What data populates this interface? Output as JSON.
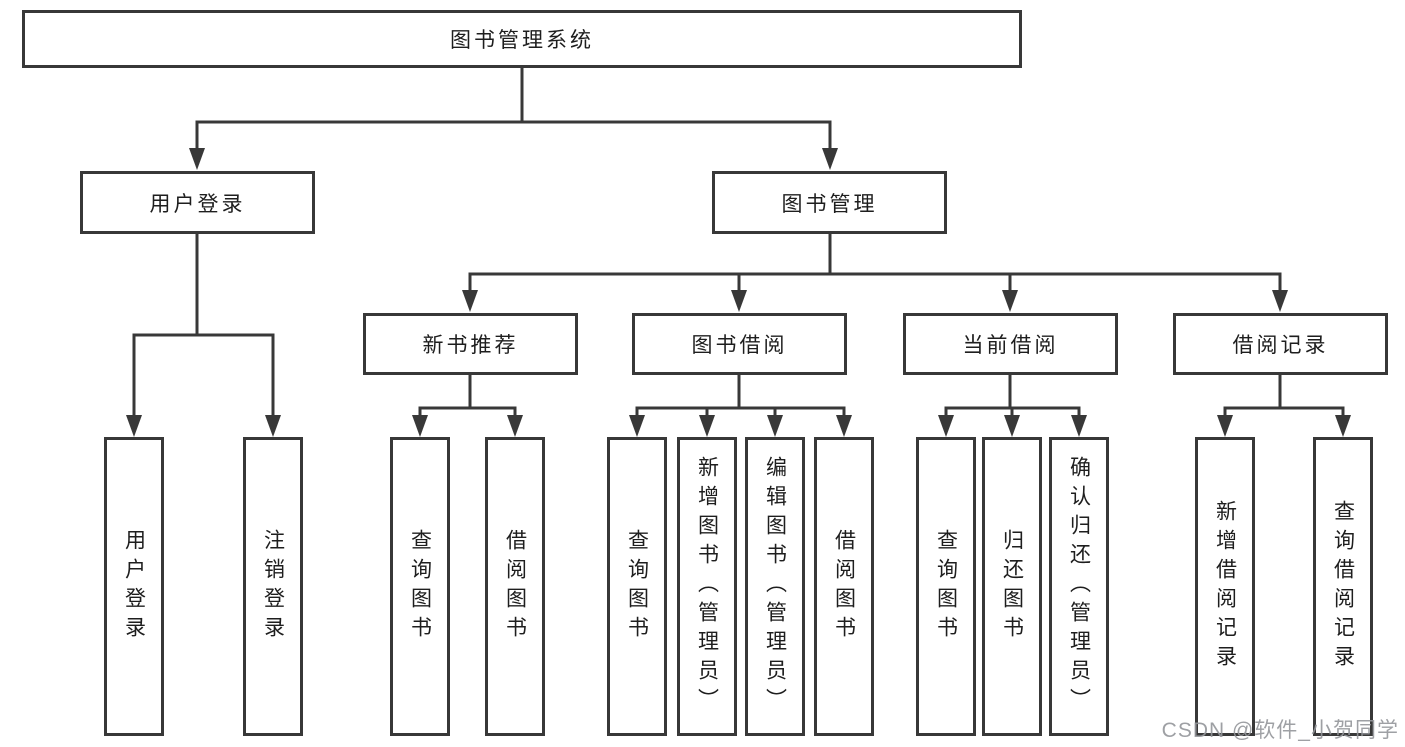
{
  "diagram": {
    "root": {
      "label": "图书管理系统"
    },
    "branches": [
      {
        "label": "用户登录",
        "children": [
          {
            "label": "用户登录"
          },
          {
            "label": "注销登录"
          }
        ]
      },
      {
        "label": "图书管理",
        "children": [
          {
            "label": "新书推荐",
            "children": [
              {
                "label": "查询图书"
              },
              {
                "label": "借阅图书"
              }
            ]
          },
          {
            "label": "图书借阅",
            "children": [
              {
                "label": "查询图书"
              },
              {
                "label": "新增图书（管理员）"
              },
              {
                "label": "编辑图书（管理员）"
              },
              {
                "label": "借阅图书"
              }
            ]
          },
          {
            "label": "当前借阅",
            "children": [
              {
                "label": "查询图书"
              },
              {
                "label": "归还图书"
              },
              {
                "label": "确认归还（管理员）"
              }
            ]
          },
          {
            "label": "借阅记录",
            "children": [
              {
                "label": "新增借阅记录"
              },
              {
                "label": "查询借阅记录"
              }
            ]
          }
        ]
      }
    ]
  },
  "watermark": {
    "text": "CSDN @软件_小贺同学"
  },
  "colors": {
    "line": "#383838",
    "text": "#1e1e1e",
    "background": "#ffffff",
    "watermark": "#94969a"
  }
}
